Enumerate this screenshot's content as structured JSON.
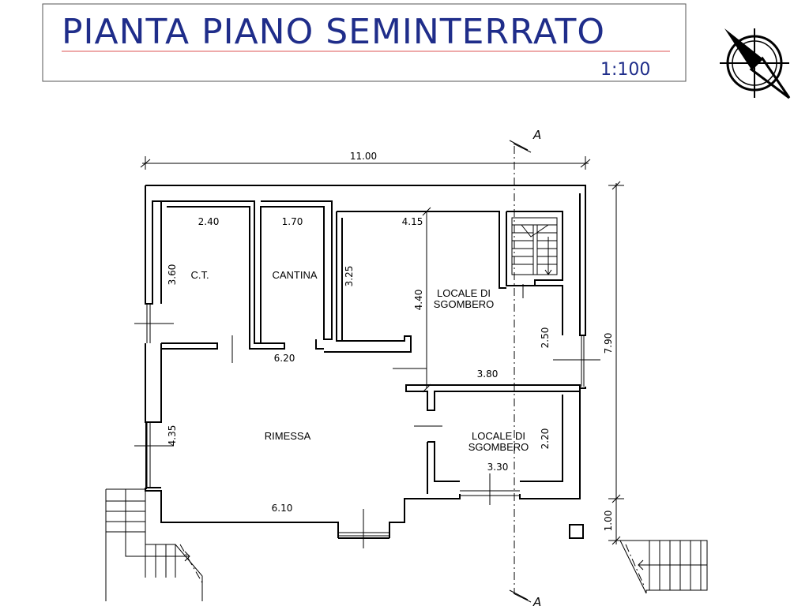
{
  "title": "PIANTA PIANO SEMINTERRATO",
  "scale": "1:100",
  "section_marker": "A",
  "rooms": {
    "ct": "C.T.",
    "cantina": "CANTINA",
    "locale1_line1": "LOCALE DI",
    "locale1_line2": "SGOMBERO",
    "rimessa": "RIMESSA",
    "locale2_line1": "LOCALE DI",
    "locale2_line2": "SGOMBERO"
  },
  "dimensions": {
    "overall_width": "11.00",
    "overall_height": "7.90",
    "stair_depth": "1.00",
    "ct_width": "2.40",
    "ct_height": "3.60",
    "cantina_width": "1.70",
    "locale1_width": "4.15",
    "locale1_left_height": "3.25",
    "locale1_height": "4.40",
    "locale1_bottom_width": "3.80",
    "locale1_right_height": "2.50",
    "rimessa_mid_width": "6.20",
    "rimessa_height": "4.35",
    "rimessa_bottom_width": "6.10",
    "locale2_height": "2.20",
    "locale2_width": "3.30"
  },
  "colors": {
    "title": "#1f2d8a",
    "lines": "#000000"
  }
}
